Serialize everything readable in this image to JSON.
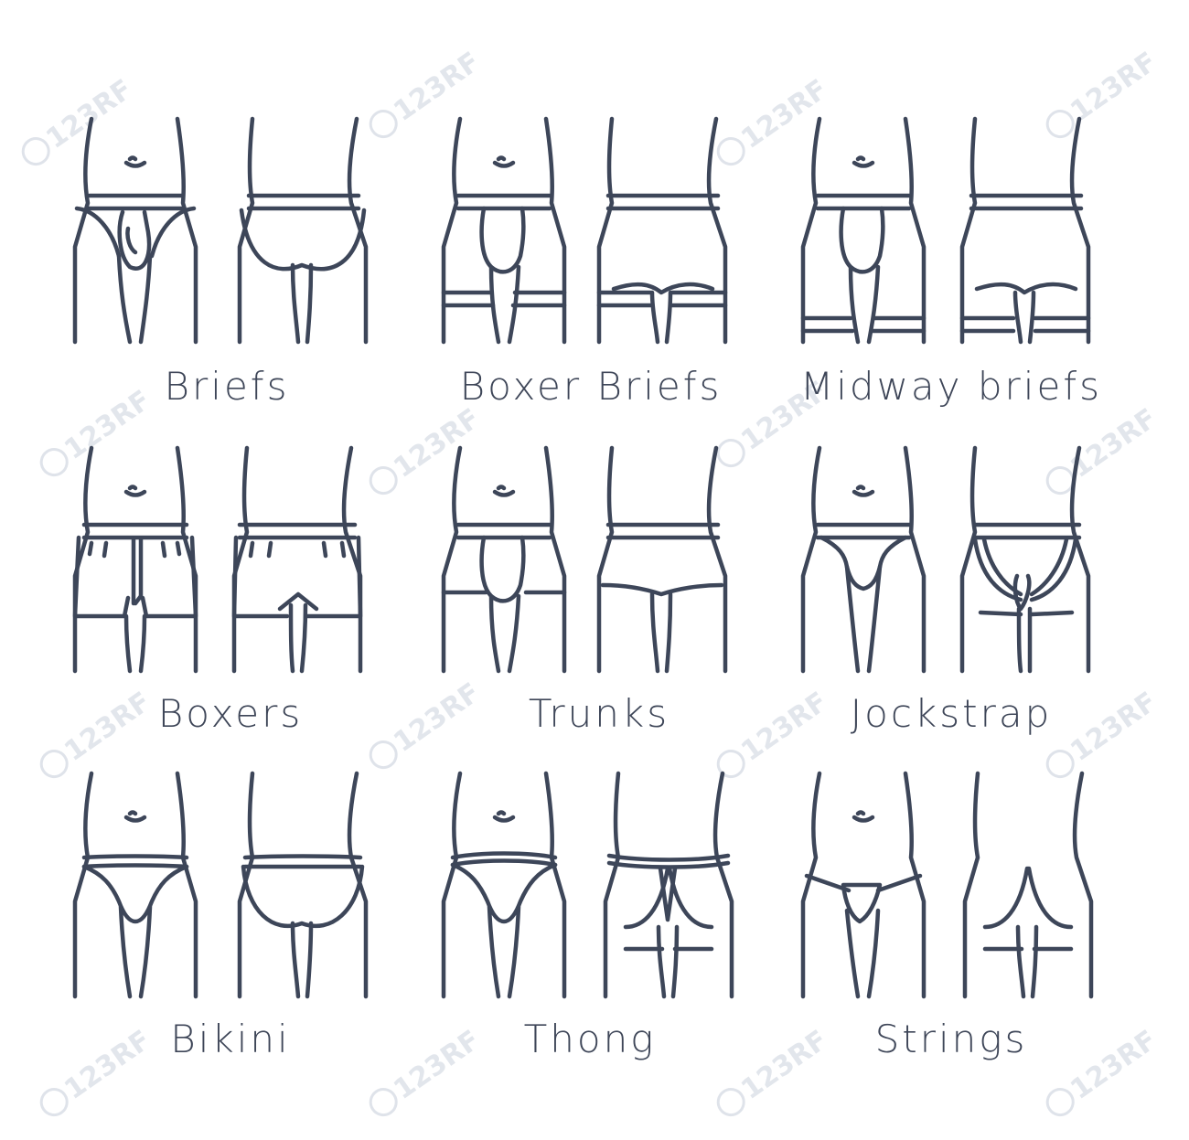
{
  "items": [
    {
      "id": "briefs",
      "label": "Briefs"
    },
    {
      "id": "boxer-briefs",
      "label": "Boxer Briefs"
    },
    {
      "id": "midway-briefs",
      "label": "Midway briefs"
    },
    {
      "id": "boxers",
      "label": "Boxers"
    },
    {
      "id": "trunks",
      "label": "Trunks"
    },
    {
      "id": "jockstrap",
      "label": "Jockstrap"
    },
    {
      "id": "bikini",
      "label": "Bikini"
    },
    {
      "id": "thong",
      "label": "Thong"
    },
    {
      "id": "strings",
      "label": "Strings"
    }
  ],
  "watermark": {
    "text": "123RF"
  },
  "colors": {
    "line": "#3d4659",
    "background": "#ffffff",
    "watermark": "#dfe3ea"
  }
}
